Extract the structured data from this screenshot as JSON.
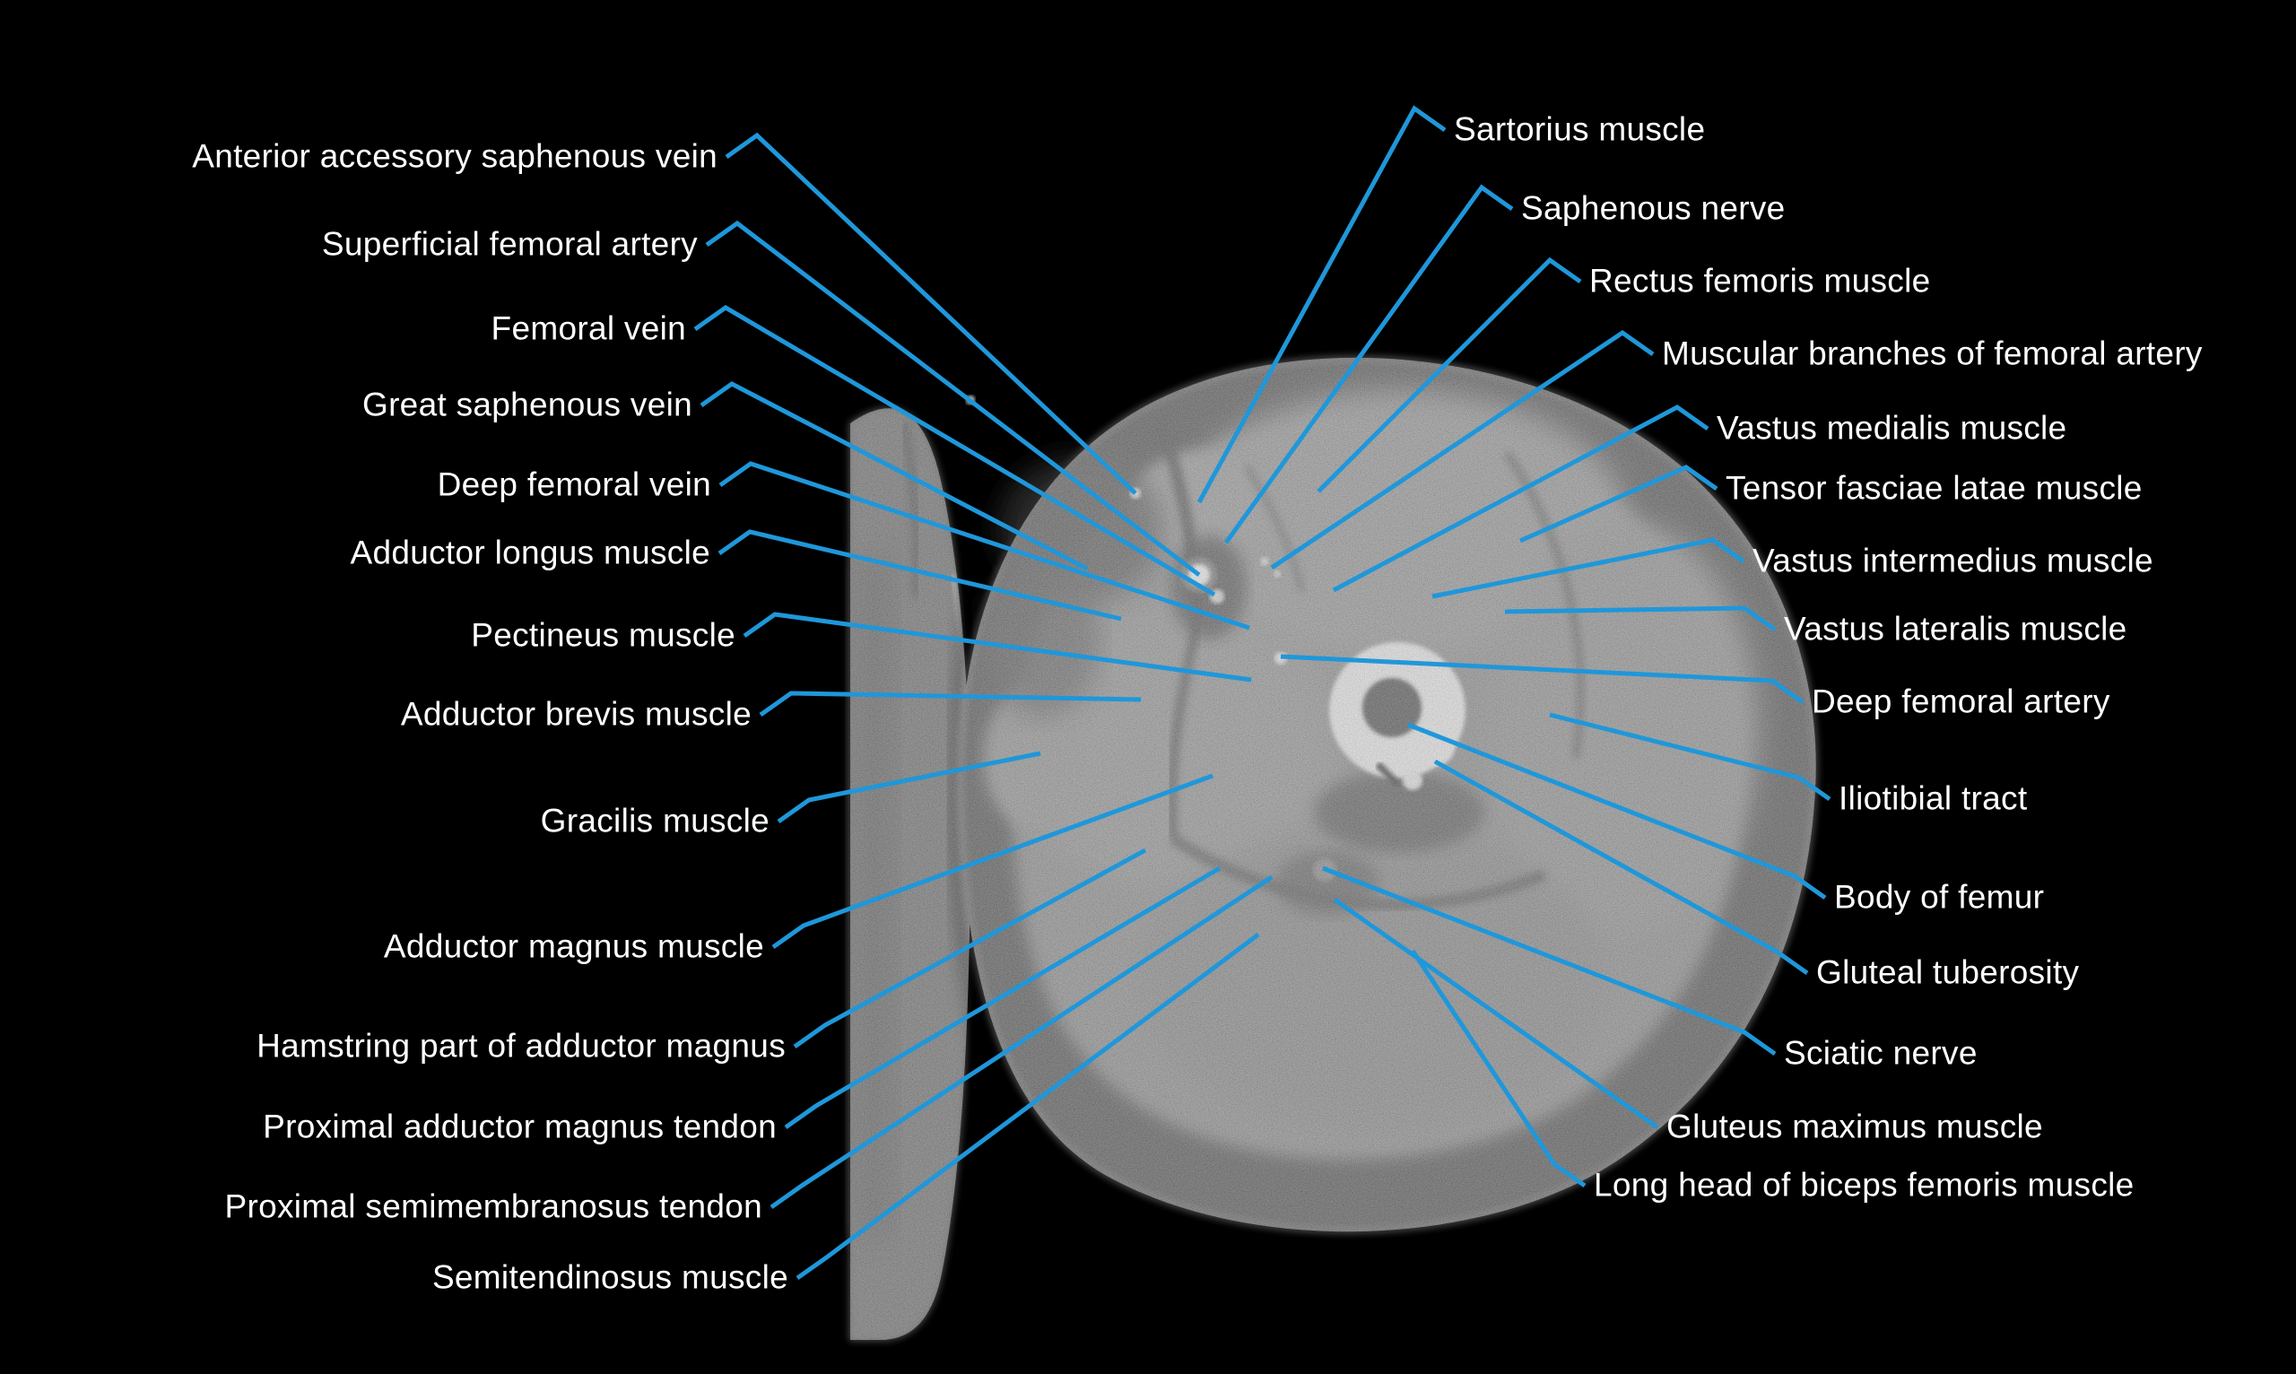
{
  "figure": {
    "scan_name": "axial-ct-thigh-cross-section",
    "background_color": "#000000"
  },
  "style": {
    "leader_line_color": "#1f97da",
    "label_text_color": "#ffffff"
  },
  "labels": {
    "left": [
      {
        "text": "Anterior accessory saphenous vein"
      },
      {
        "text": "Superficial femoral artery"
      },
      {
        "text": "Femoral vein"
      },
      {
        "text": "Great saphenous vein"
      },
      {
        "text": "Deep femoral vein"
      },
      {
        "text": "Adductor longus muscle"
      },
      {
        "text": "Pectineus muscle"
      },
      {
        "text": "Adductor brevis muscle"
      },
      {
        "text": "Gracilis muscle"
      },
      {
        "text": "Adductor magnus muscle"
      },
      {
        "text": "Hamstring part of adductor magnus"
      },
      {
        "text": "Proximal adductor magnus tendon"
      },
      {
        "text": "Proximal semimembranosus tendon"
      },
      {
        "text": "Semitendinosus muscle"
      }
    ],
    "right": [
      {
        "text": "Sartorius muscle"
      },
      {
        "text": "Saphenous nerve"
      },
      {
        "text": "Rectus femoris muscle"
      },
      {
        "text": "Muscular branches of femoral artery"
      },
      {
        "text": "Vastus medialis muscle"
      },
      {
        "text": "Tensor fasciae latae muscle"
      },
      {
        "text": "Vastus intermedius muscle"
      },
      {
        "text": "Vastus lateralis muscle"
      },
      {
        "text": "Deep femoral artery"
      },
      {
        "text": "Iliotibial tract"
      },
      {
        "text": "Body of femur"
      },
      {
        "text": "Gluteal tuberosity"
      },
      {
        "text": "Sciatic nerve"
      },
      {
        "text": "Gluteus maximus muscle"
      },
      {
        "text": "Long head of biceps femoris muscle"
      }
    ]
  }
}
